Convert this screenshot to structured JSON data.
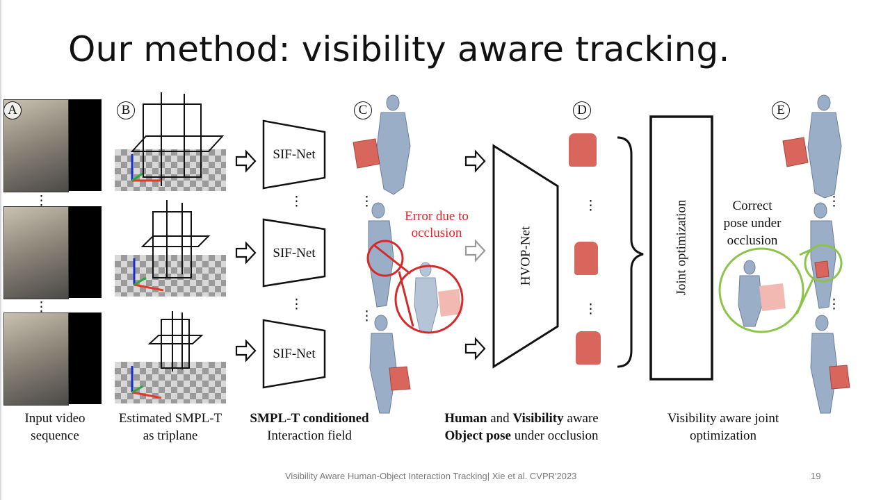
{
  "slide": {
    "title": "Our method: visibility aware tracking.",
    "page_number": "19",
    "footer_citation": "Visibility Aware Human-Object Interaction Tracking| Xie et al. CVPR'2023"
  },
  "panels": {
    "a_marker": "A",
    "b_marker": "B",
    "c_marker": "C",
    "d_marker": "D",
    "e_marker": "E"
  },
  "blocks": {
    "sif_net": "SIF-Net",
    "hvop_net": "HVOP-Net",
    "joint_opt": "Joint optimization"
  },
  "annotations": {
    "error_line1": "Error due to",
    "error_line2": "occlusion",
    "correct_line1": "Correct",
    "correct_line2": "pose under",
    "correct_line3": "occlusion",
    "ellipsis": "⋮"
  },
  "captions": {
    "input_1": "Input video",
    "input_2": "sequence",
    "smplt_1": "Estimated SMPL-T",
    "smplt_2": "as triplane",
    "sif_1_bold": "SMPL-T conditioned",
    "sif_2": "Interaction field",
    "hvop_1a_bold": "Human",
    "hvop_1b": " and ",
    "hvop_1c_bold": "Visibility",
    "hvop_1d": " aware",
    "hvop_2a_bold": "Object pose",
    "hvop_2b": " under occlusion",
    "joint_1": "Visibility aware joint",
    "joint_2": "optimization"
  },
  "colors": {
    "error_red": "#d42a2a",
    "correct_green": "#8cc34a",
    "body_blue": "#9aaec8",
    "object_red": "#d9665c"
  }
}
